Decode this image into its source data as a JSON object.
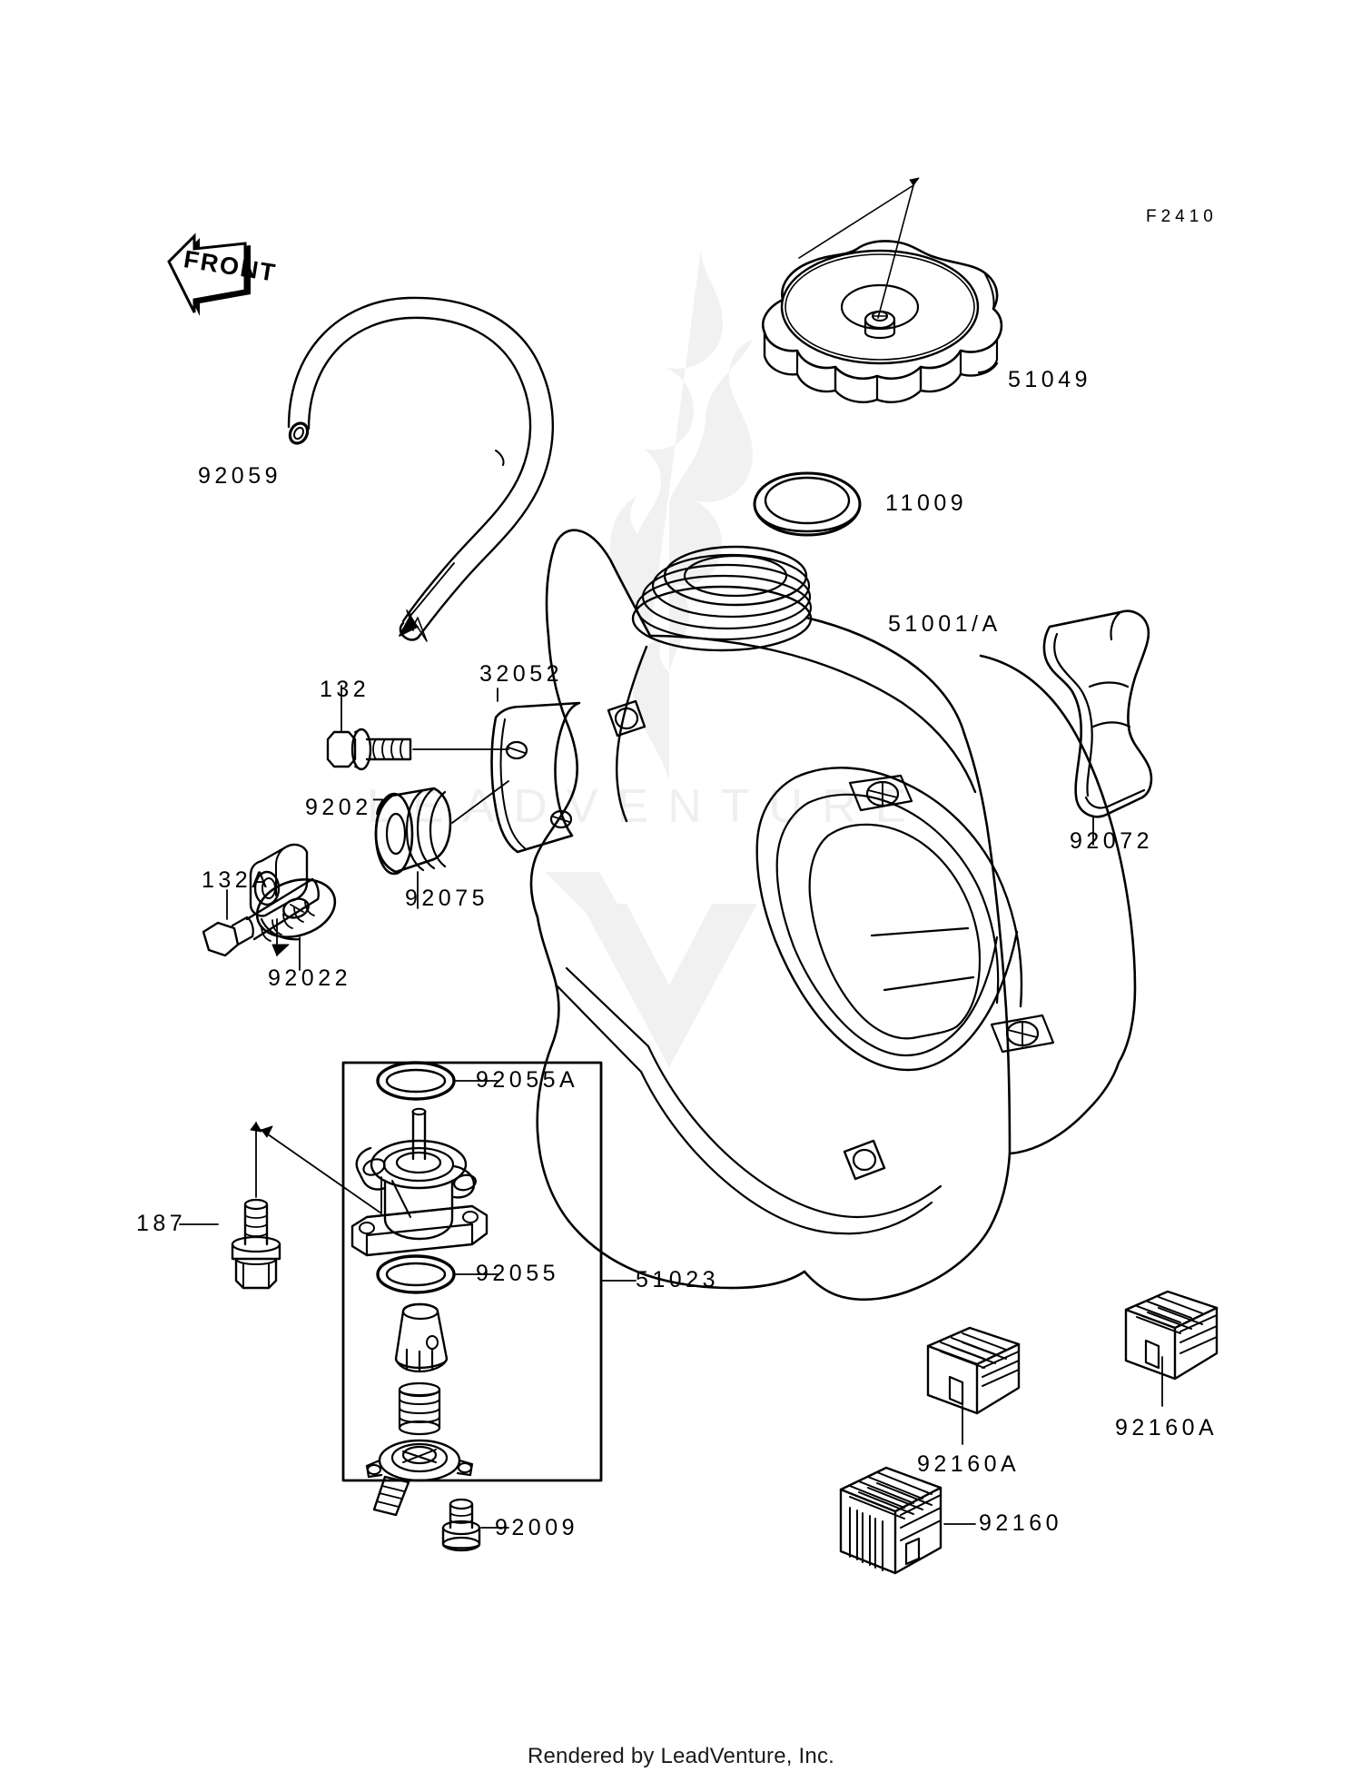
{
  "document": {
    "diagram_code": "F2410",
    "footer": "Rendered by LeadVenture, Inc.",
    "watermark_text": "LEADVENTURE",
    "front_marker": "FRONT",
    "background_color": "#ffffff",
    "line_color": "#000000",
    "watermark_color": "#eeefee"
  },
  "parts": [
    {
      "id": "hose",
      "number": "92059",
      "description": "fuel hose"
    },
    {
      "id": "fuel-cap",
      "number": "51049",
      "description": "fuel tank cap"
    },
    {
      "id": "cap-gasket",
      "number": "11009",
      "description": "cap gasket / o-ring"
    },
    {
      "id": "fuel-tank",
      "number": "51001/A",
      "description": "fuel tank body"
    },
    {
      "id": "bolt-132",
      "number": "132",
      "description": "flange bolt"
    },
    {
      "id": "bracket",
      "number": "32052",
      "description": "tank bracket"
    },
    {
      "id": "collar",
      "number": "92027",
      "description": "collar"
    },
    {
      "id": "damper",
      "number": "92075",
      "description": "rubber damper"
    },
    {
      "id": "bolt-132A",
      "number": "132A",
      "description": "flange bolt"
    },
    {
      "id": "washer",
      "number": "92022",
      "description": "washer"
    },
    {
      "id": "tank-strap",
      "number": "92072",
      "description": "tank strap / band"
    },
    {
      "id": "oring-upper",
      "number": "92055A",
      "description": "o-ring upper"
    },
    {
      "id": "oring-lower",
      "number": "92055",
      "description": "o-ring lower"
    },
    {
      "id": "petcock-assembly",
      "number": "51023",
      "description": "fuel tap (petcock) assembly"
    },
    {
      "id": "screw-92009",
      "number": "92009",
      "description": "screw"
    },
    {
      "id": "bolt-187",
      "number": "187",
      "description": "bolt"
    },
    {
      "id": "cushion-92160A-1",
      "number": "92160A",
      "description": "rubber cushion"
    },
    {
      "id": "cushion-92160A-2",
      "number": "92160A",
      "description": "rubber cushion"
    },
    {
      "id": "cushion-92160",
      "number": "92160",
      "description": "rubber cushion"
    }
  ],
  "labels": {
    "hose": "92059",
    "fuel_cap": "51049",
    "cap_gasket": "11009",
    "fuel_tank": "51001/A",
    "bolt_132": "132",
    "bracket": "32052",
    "collar": "92027",
    "damper": "92075",
    "bolt_132a": "132A",
    "washer": "92022",
    "strap": "92072",
    "oring_upper": "92055A",
    "oring_lower": "92055",
    "petcock": "51023",
    "screw": "92009",
    "bolt_187": "187",
    "cushion_a_left": "92160A",
    "cushion_a_right": "92160A",
    "cushion": "92160"
  }
}
